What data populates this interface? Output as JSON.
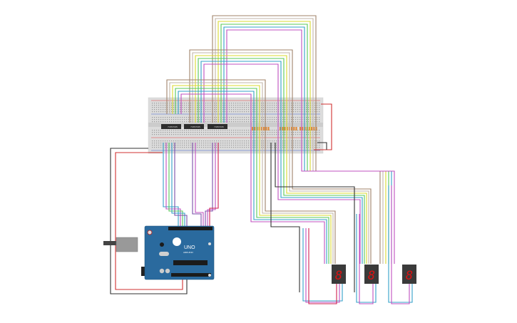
{
  "arduino": {
    "board_label": "UNO",
    "brand_label": "ARDUINO"
  },
  "breadboard": {
    "chip_labels": [
      "74HC595",
      "74HC595",
      "74HC595"
    ]
  },
  "displays": [
    {
      "digit": "8"
    },
    {
      "digit": "8"
    },
    {
      "digit": "8"
    }
  ],
  "colors": {
    "breadboard": "#dcdcdc",
    "arduino": "#2a6a9e",
    "display": "#3a3a3a",
    "segment": "#dd1111",
    "wires": [
      "#a0836a",
      "#c2b6a8",
      "#c050c0",
      "#7a4fa8",
      "#33a0c8",
      "#58c858",
      "#d8d830",
      "#d02050",
      "#303030",
      "#d03030"
    ]
  }
}
